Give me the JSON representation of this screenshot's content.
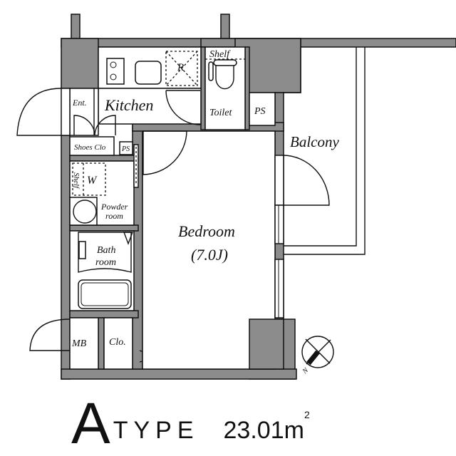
{
  "plan": {
    "rooms": {
      "kitchen": "Kitchen",
      "entrance": "Ent.",
      "shoes_closet": "Shoes Clo",
      "ps_small": "PS",
      "ps_toilet": "PS",
      "fridge": "R",
      "shelf_toilet": "Shelf",
      "toilet": "Toilet",
      "shelf_washer": "Shelf",
      "washer": "W",
      "powder_line1": "Powder",
      "powder_line2": "room",
      "bath_line1": "Bath",
      "bath_line2": "room",
      "mb": "MB",
      "closet": "Clo.",
      "bedroom": "Bedroom",
      "bedroom_size": "(7.0J)",
      "balcony": "Balcony"
    },
    "compass": {
      "label": "N"
    }
  },
  "footer": {
    "type_letter": "A",
    "type_word": "TYPE",
    "area_value": "23.01",
    "area_unit": "m",
    "area_sup": "2"
  },
  "colors": {
    "wall": "#8c8c8c",
    "line": "#111111",
    "background": "#ffffff"
  }
}
